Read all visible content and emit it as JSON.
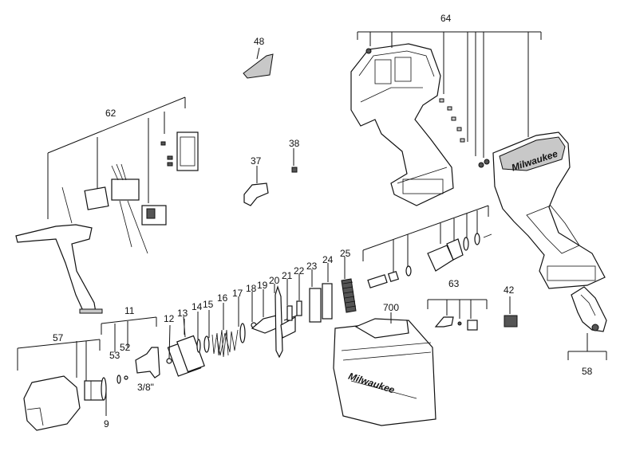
{
  "labels": {
    "p48": "48",
    "p64": "64",
    "p62": "62",
    "p38": "38",
    "p37": "37",
    "p25": "25",
    "p24": "24",
    "p23": "23",
    "p22": "22",
    "p21": "21",
    "p20": "20",
    "p19": "19",
    "p18": "18",
    "p17": "17",
    "p16": "16",
    "p15": "15",
    "p14": "14",
    "p13": "13",
    "p12": "12",
    "p11": "11",
    "p63": "63",
    "p42": "42",
    "p700": "700",
    "p57": "57",
    "p53": "53",
    "p52": "52",
    "p9": "9",
    "p58": "58",
    "size": "3/8\""
  },
  "brand": {
    "case_logo": "Milwaukee",
    "housing_logo": "Milwaukee"
  },
  "colors": {
    "line": "#111111",
    "fill": "#ffffff",
    "shade": "#c8c8c8",
    "brand_accent": "#555555"
  }
}
